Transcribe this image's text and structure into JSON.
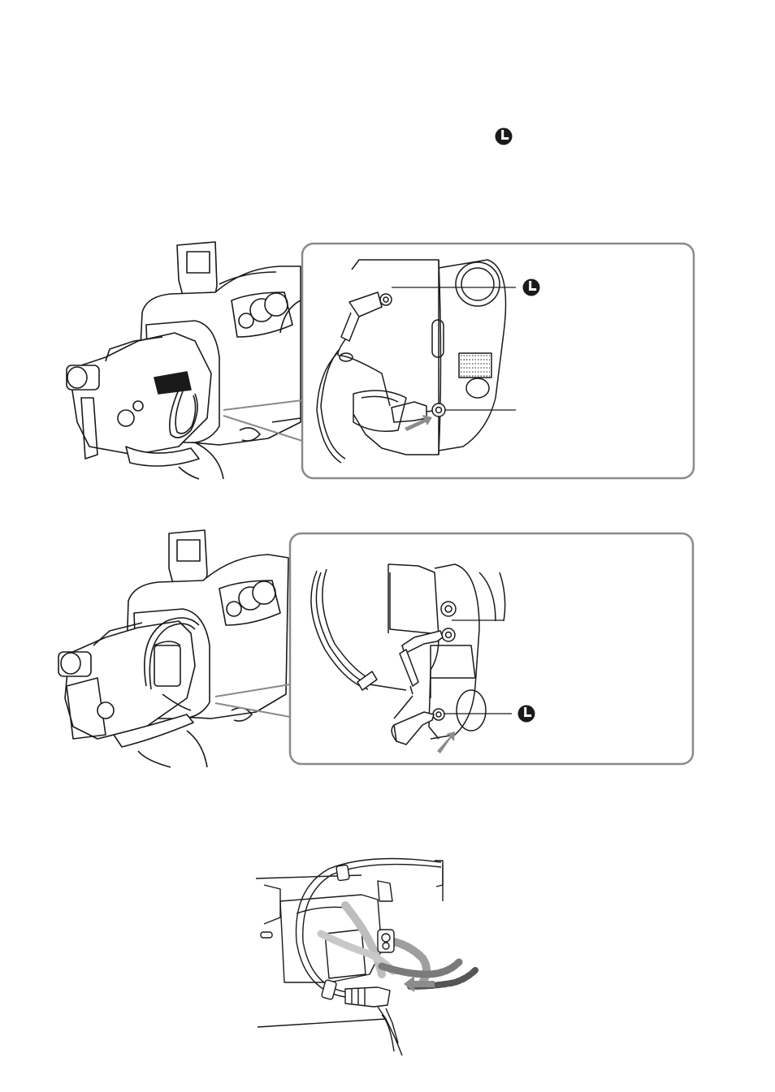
{
  "page": {
    "background": "#ffffff",
    "ink_color": "#1a1a1a",
    "callout_border_color": "#8a8a8a",
    "arrow_color": "#8c8c8c"
  },
  "top_text": {
    "symbol_icon": "lanc-remote-symbol-icon"
  },
  "figure_1": {
    "description_icons": [
      "camcorder-in-housing",
      "lanc-jack-icon",
      "cable-plug"
    ],
    "callout_symbol_icon": "lanc-remote-symbol-icon"
  },
  "figure_2": {
    "description_icons": [
      "camcorder-in-housing",
      "lanc-jack-icon",
      "cable-plug"
    ],
    "callout_symbol_icon": "lanc-remote-symbol-icon"
  },
  "figure_3": {
    "description_icons": [
      "cable-clip",
      "cable-routing-arrow"
    ]
  }
}
